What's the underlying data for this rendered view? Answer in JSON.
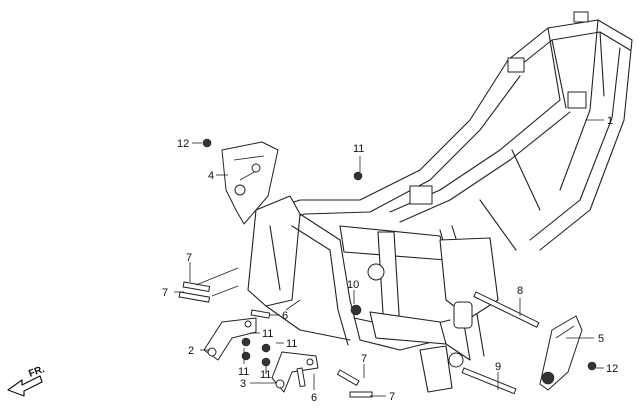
{
  "callouts": {
    "c1": "1",
    "c2": "2",
    "c3": "3",
    "c4": "4",
    "c5": "5",
    "c6a": "6",
    "c6b": "6",
    "c7a": "7",
    "c7b": "7",
    "c7c": "7",
    "c7d": "7",
    "c8": "8",
    "c9": "9",
    "c10": "10",
    "c11a": "11",
    "c11b": "11",
    "c11c": "11",
    "c11d": "11",
    "c11e": "11",
    "c12a": "12",
    "c12b": "12"
  },
  "direction_label": "FR."
}
